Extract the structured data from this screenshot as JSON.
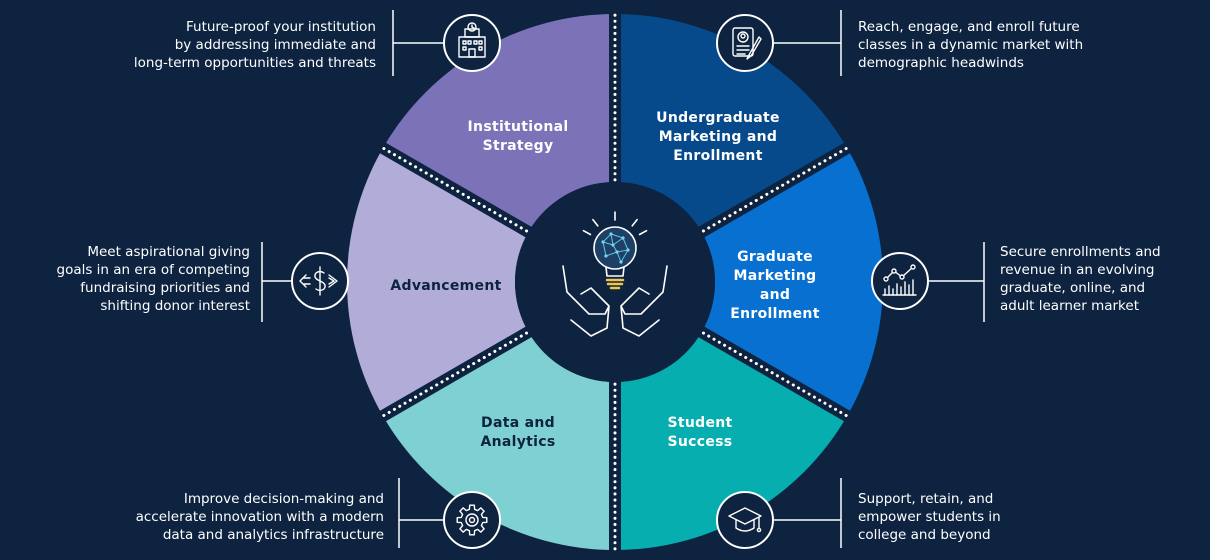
{
  "colors": {
    "background": "#0d2340",
    "institutional_strategy": "#7b72b8",
    "undergraduate": "#064a8c",
    "graduate": "#0870d0",
    "student_success": "#06aeb0",
    "data_analytics": "#7fd0d2",
    "advancement": "#b2acd8",
    "hub": "#0d2340",
    "icon_stroke": "#ffffff",
    "dots": "#ffffff"
  },
  "segments": [
    {
      "id": "institutional-strategy",
      "label": "Institutional\nStrategy",
      "icon": "building-icon",
      "description": "Future-proof your institution\nby addressing immediate and\nlong-term opportunities and threats"
    },
    {
      "id": "undergraduate",
      "label": "Undergraduate\nMarketing and\nEnrollment",
      "icon": "profile-document-icon",
      "description": "Reach, engage, and enroll future\nclasses in a dynamic market with\ndemographic headwinds"
    },
    {
      "id": "graduate",
      "label": "Graduate\nMarketing\nand\nEnrollment",
      "icon": "growth-chart-icon",
      "description": "Secure enrollments and\nrevenue in an evolving\ngraduate, online, and\nadult learner market"
    },
    {
      "id": "student-success",
      "label": "Student\nSuccess",
      "icon": "graduation-cap-icon",
      "description": "Support, retain, and\nempower students in\ncollege and beyond"
    },
    {
      "id": "data-analytics",
      "label": "Data and\nAnalytics",
      "icon": "gear-icon",
      "description": "Improve decision-making and\naccelerate innovation with a modern\ndata and analytics infrastructure"
    },
    {
      "id": "advancement",
      "label": "Advancement",
      "icon": "dollar-transfer-icon",
      "description": "Meet aspirational giving\ngoals in an era of competing\nfundraising priorities and\nshifting donor interest"
    }
  ],
  "center_icon": "lightbulb-hands-icon"
}
